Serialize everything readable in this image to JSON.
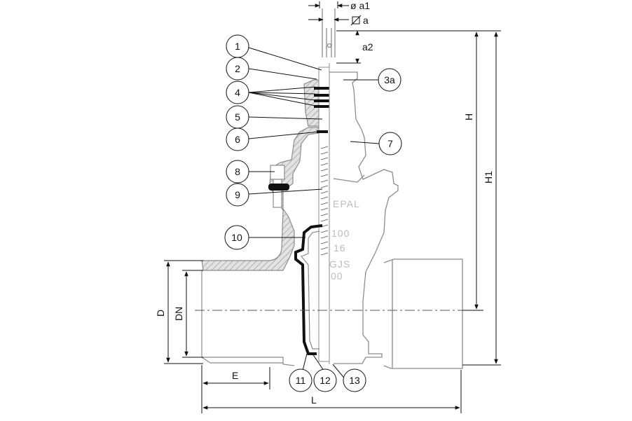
{
  "callouts": [
    "1",
    "2",
    "3a",
    "4",
    "5",
    "6",
    "7",
    "8",
    "9",
    "10",
    "11",
    "12",
    "13"
  ],
  "dimensions": {
    "a1": "ø a1",
    "a": "a",
    "a2": "a2",
    "H": "H",
    "H1": "H1",
    "D": "D",
    "DN": "DN",
    "E": "E",
    "L": "L"
  },
  "body_markings": {
    "brand": "EPAL",
    "line1": "100",
    "line2": "16",
    "line3": "GJS",
    "line4": "00"
  },
  "colors": {
    "line": "#111111",
    "outline": "#8c8c8c",
    "hatch": "#9a9a9a",
    "dark_part": "#111111"
  }
}
